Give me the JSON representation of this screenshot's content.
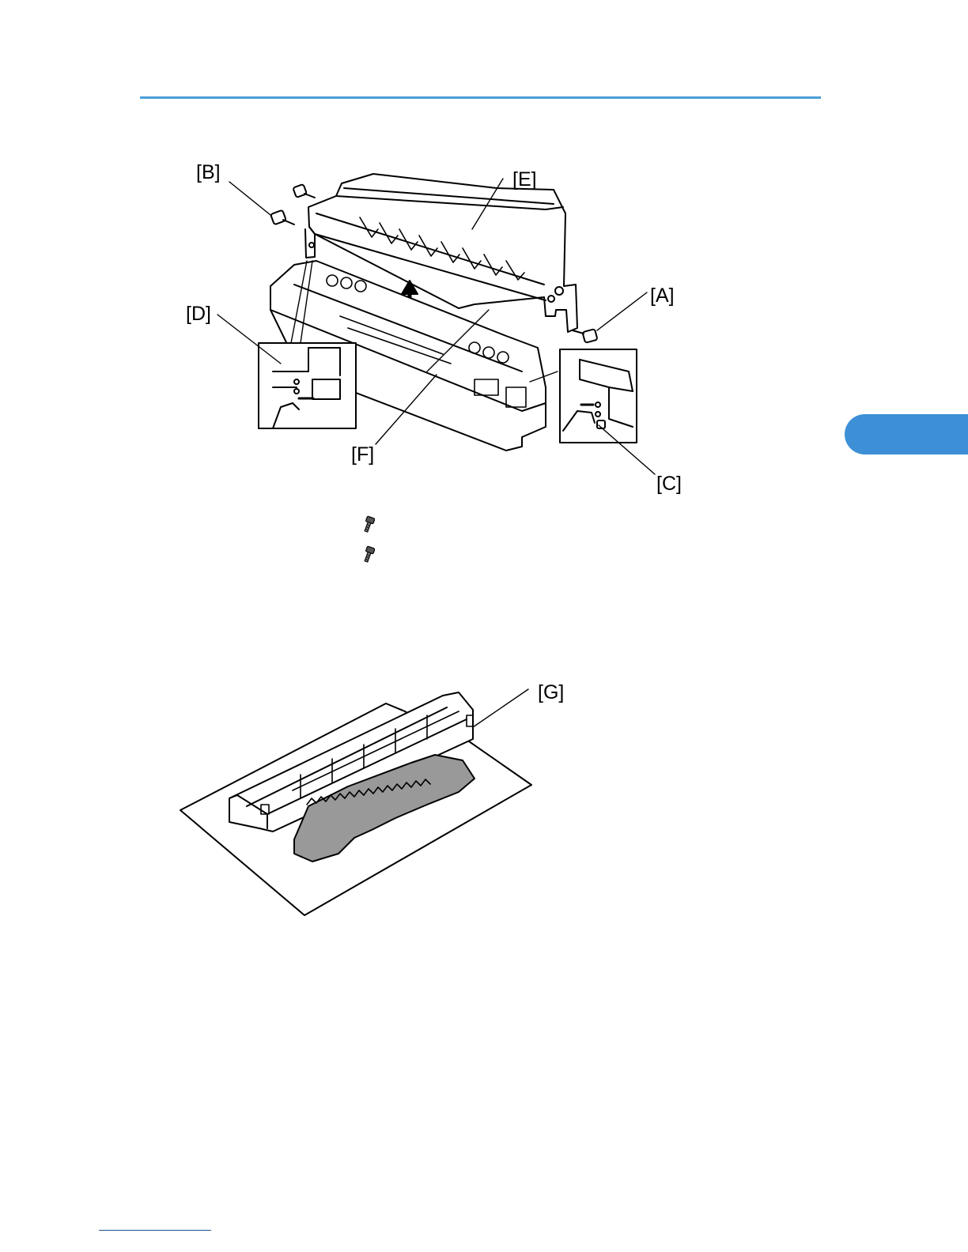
{
  "page": {
    "accent_color": "#4a9fd8",
    "tab_color": "#3d8fd6"
  },
  "figure_top": {
    "callouts": {
      "a": "[A]",
      "b": "[B]",
      "c": "[C]",
      "d": "[D]",
      "e": "[E]",
      "f": "[F]"
    }
  },
  "steps": {
    "icons": [
      "screw-icon",
      "screw-icon"
    ]
  },
  "figure_bottom": {
    "callouts": {
      "g": "[G]"
    }
  }
}
